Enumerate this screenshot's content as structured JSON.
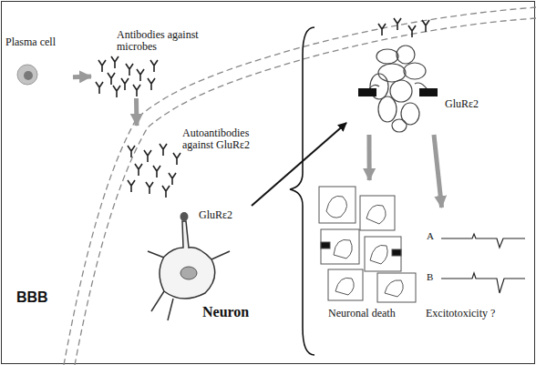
{
  "diagram": {
    "nodes": [
      {
        "text": [
          "Plasma cell"
        ]
      },
      {
        "text": [
          "Antibodies against microbes"
        ]
      },
      {
        "text": [
          "Autoantibodies against GluRε2"
        ]
      },
      {
        "text": [
          "GluRε2",
          "Neuron"
        ]
      },
      {
        "text": [
          "GluRε2"
        ]
      },
      {
        "text": [
          "Neuronal death"
        ]
      },
      {
        "text": [
          "Excitotoxicity ?"
        ]
      }
    ],
    "edges": [
      {
        "from": 0,
        "to": 1,
        "arrow": "to"
      },
      {
        "from": 1,
        "to": 2,
        "arrow": "to"
      },
      {
        "from": 3,
        "to": 4,
        "arrow": "to"
      },
      {
        "from": 4,
        "to": 5,
        "arrow": "to"
      },
      {
        "from": 4,
        "to": 6,
        "arrow": "to"
      }
    ],
    "labels": [
      "BBB",
      "A",
      "B"
    ]
  }
}
